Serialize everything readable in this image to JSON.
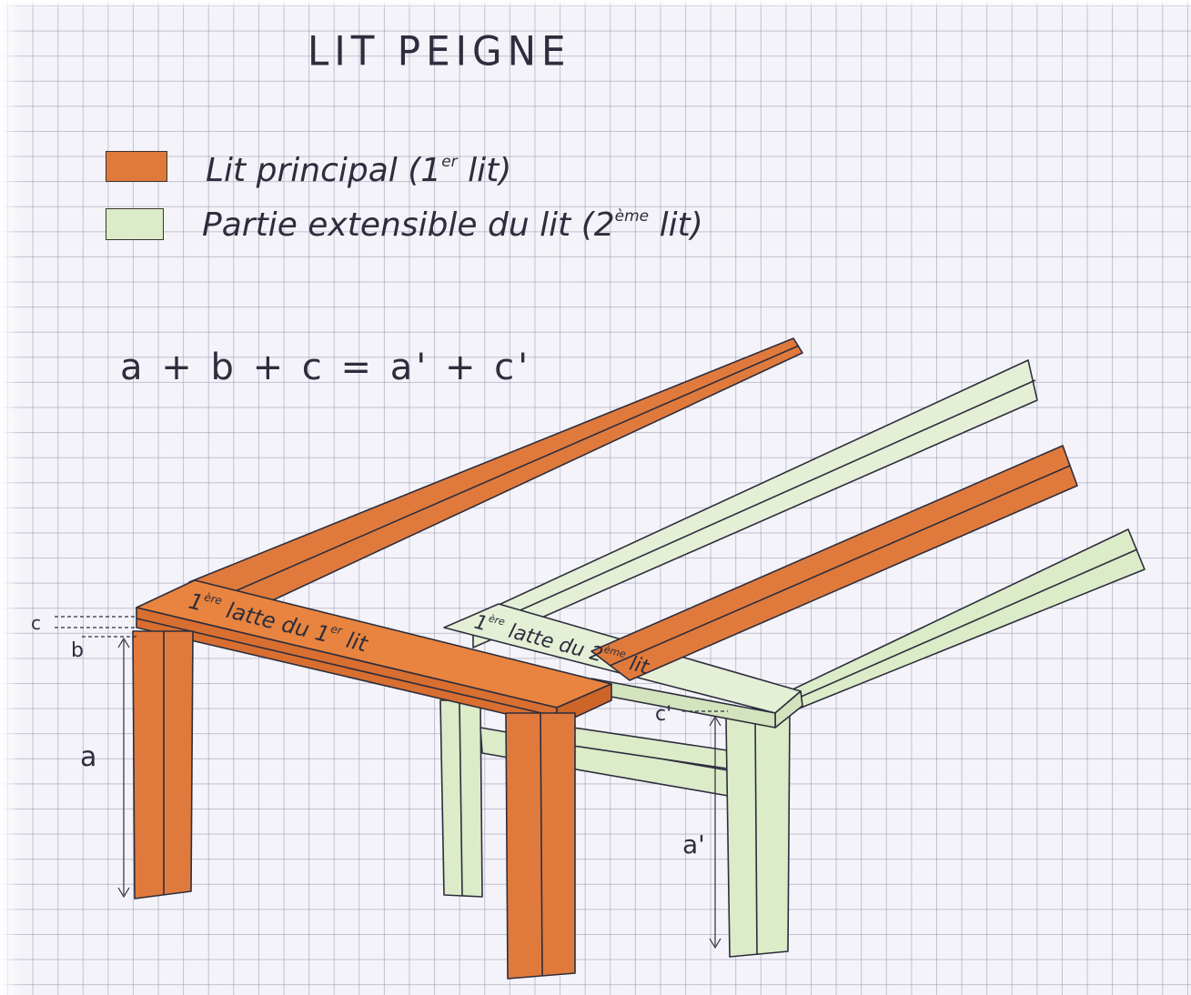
{
  "title": "LIT PEIGNE",
  "legend": {
    "items": [
      {
        "label": "Lit principal (1",
        "sup": "er",
        "tail": " lit)",
        "color": "#e07a3c"
      },
      {
        "label": "Partie extensible du lit (2",
        "sup": "ème",
        "tail": " lit)",
        "color": "#dcebc8"
      }
    ]
  },
  "formula": "a + b + c = a' + c'",
  "labels": {
    "slat_1": {
      "pre": "1",
      "sup": "ère",
      "mid": " latte du 1",
      "sup2": "er",
      "post": " lit"
    },
    "slat_2": {
      "pre": "1",
      "sup": "ère",
      "mid": " latte du 2",
      "sup2": "ème",
      "post": " lit"
    }
  },
  "dimensions": {
    "a": "a",
    "b": "b",
    "c": "c",
    "a_prime": "a'",
    "c_prime": "c'"
  },
  "colors": {
    "main_bed": "#e07a3c",
    "extension": "#dcebc8",
    "ink": "#2d2d3d",
    "paper": "#f4f3f9"
  }
}
